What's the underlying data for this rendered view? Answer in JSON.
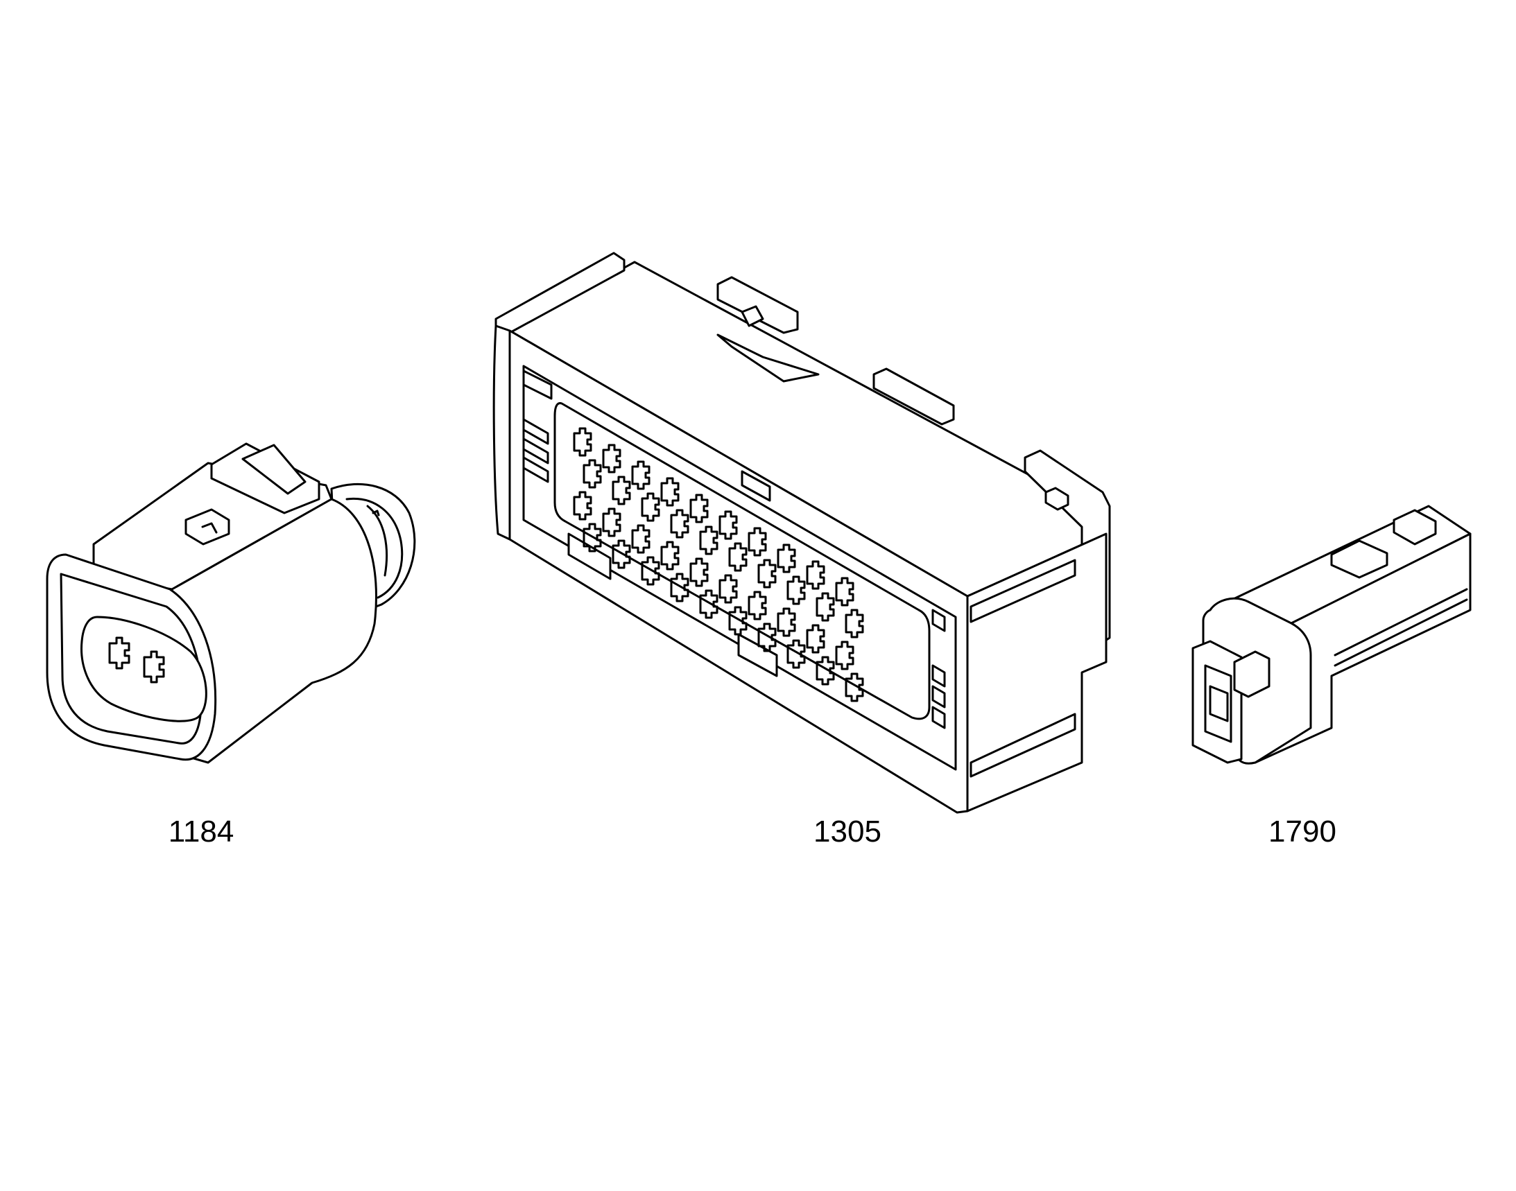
{
  "connectors": [
    {
      "id": "1184",
      "pins": 2
    },
    {
      "id": "1305",
      "pins": 40
    },
    {
      "id": "1790",
      "pins": 1
    }
  ],
  "colors": {
    "stroke": "#000000",
    "background": "#ffffff"
  }
}
